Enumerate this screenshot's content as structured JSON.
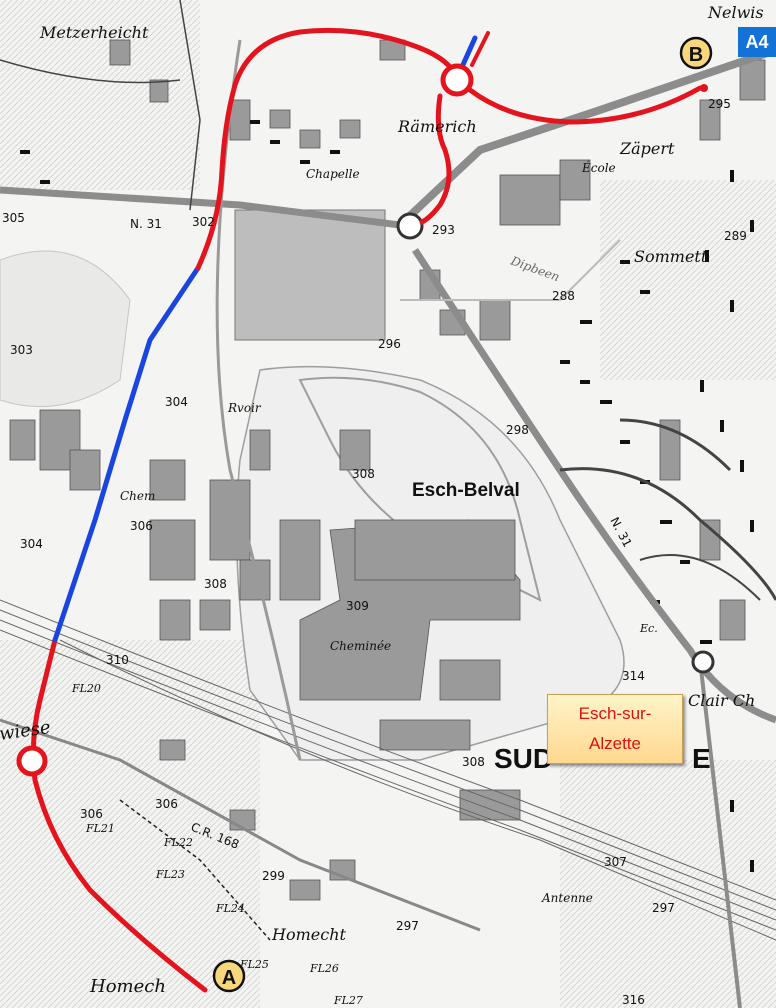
{
  "badges": {
    "motorway": "A4"
  },
  "markers": {
    "start": "A",
    "end": "B"
  },
  "city_label": {
    "line1": "Esch-sur-",
    "line2": "Alzette"
  },
  "places": {
    "metzerheicht": "Metzerheicht",
    "nelwis": "Nelwis",
    "ramerich": "Rämerich",
    "zapert": "Zäpert",
    "ecole": "École",
    "chapelle": "Chapelle",
    "sommett": "Sommett",
    "dipbeen": "Dipbeen",
    "esch_belval": "Esch-Belval",
    "rvoir": "Rvoir",
    "chem": "Chem",
    "cheminee": "Cheminée",
    "sud": "SUD",
    "e": "E",
    "clair_ch": "Clair Ch",
    "antenne": "Antenne",
    "homecht": "Homecht",
    "homech": "Homech",
    "wiese": "wiese",
    "n31": "N. 31",
    "n31b": "N. 31",
    "cr168": "C.R. 168",
    "ec": "Ec."
  },
  "elevations": {
    "e305": "305",
    "e302": "302",
    "e293": "293",
    "e295": "295",
    "e289": "289",
    "e288": "288",
    "e296": "296",
    "e303": "303",
    "e304a": "304",
    "e298": "298",
    "e308a": "308",
    "e306a": "306",
    "e308b": "308",
    "e309": "309",
    "e304b": "304",
    "e310": "310",
    "e314": "314",
    "e308c": "308",
    "e306b": "306",
    "e306c": "306",
    "e299": "299",
    "e307": "307",
    "e297a": "297",
    "e297b": "297",
    "e316": "316"
  },
  "field_labels": {
    "fl20": "FL20",
    "fl21": "FL21",
    "fl22": "FL22",
    "fl23": "FL23",
    "fl24": "FL24",
    "fl25": "FL25",
    "fl26": "FL26",
    "fl27": "FL27"
  },
  "colors": {
    "route_red": "#e4141e",
    "route_blue": "#1a46e0",
    "badge_blue": "#1272d8",
    "marker_fill": "#f7d77c",
    "building_grey": "#9a9a9a",
    "road_grey": "#8c8c8c"
  }
}
